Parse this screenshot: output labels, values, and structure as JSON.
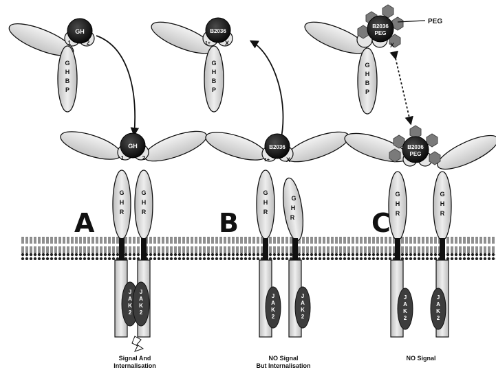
{
  "labels": {
    "gh": "GH",
    "ghbp": [
      "G",
      "H",
      "B",
      "P"
    ],
    "ghr": [
      "G",
      "H",
      "R"
    ],
    "jak2": [
      "J",
      "A",
      "K",
      "2"
    ],
    "b2036": "B2036",
    "b2036_peg_top": "B2036",
    "b2036_peg_bottom": "PEG",
    "peg_pointer": "PEG",
    "site1": "1",
    "site2": "2",
    "site1_alt": "1+",
    "site_x": "X"
  },
  "panels": [
    {
      "letter": "A",
      "caption_line1": "Signal And",
      "caption_line2": "Internalisation"
    },
    {
      "letter": "B",
      "caption_line1": "NO Signal",
      "caption_line2": "But Internalisation"
    },
    {
      "letter": "C",
      "caption_line1": "NO Signal",
      "caption_line2": ""
    }
  ],
  "colors": {
    "ligand": "#111111",
    "receptor": "#d9d9d9",
    "jak": "#3d3d3d",
    "peg": "#7a7a7a",
    "membrane": "#222222"
  }
}
